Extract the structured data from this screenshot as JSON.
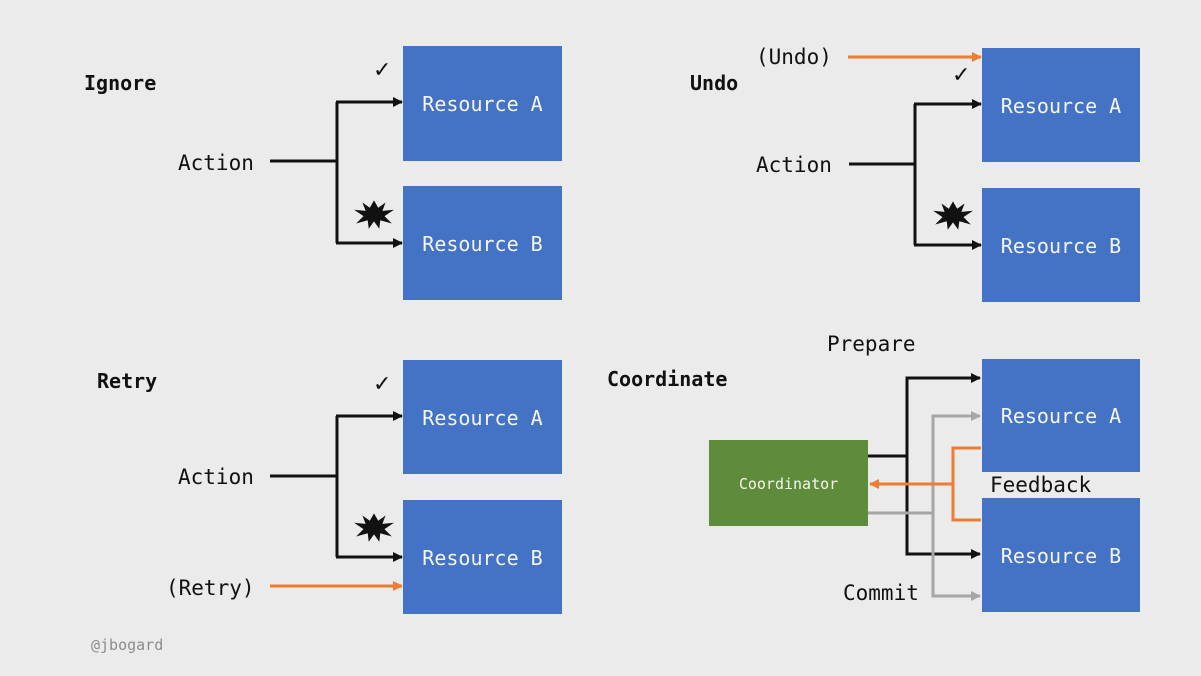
{
  "colors": {
    "background": "#ebebeb",
    "resource_box": "#4472c4",
    "coordinator_box": "#5e8c3a",
    "black_arrow": "#111111",
    "orange_arrow": "#ed7d31",
    "gray_arrow": "#a6a6a6"
  },
  "quadrants": {
    "ignore": {
      "title": "Ignore",
      "action_label": "Action",
      "resource_a": "Resource A",
      "resource_b": "Resource B",
      "success_mark": "✓",
      "failure_icon": "explosion-icon"
    },
    "undo": {
      "title": "Undo",
      "action_label": "Action",
      "compensate_label": "(Undo)",
      "resource_a": "Resource A",
      "resource_b": "Resource B",
      "success_mark": "✓",
      "failure_icon": "explosion-icon"
    },
    "retry": {
      "title": "Retry",
      "action_label": "Action",
      "retry_label": "(Retry)",
      "resource_a": "Resource A",
      "resource_b": "Resource B",
      "success_mark": "✓",
      "failure_icon": "explosion-icon"
    },
    "coordinate": {
      "title": "Coordinate",
      "coordinator_label": "Coordinator",
      "prepare_label": "Prepare",
      "feedback_label": "Feedback",
      "commit_label": "Commit",
      "resource_a": "Resource A",
      "resource_b": "Resource B"
    }
  },
  "credit": "@jbogard"
}
